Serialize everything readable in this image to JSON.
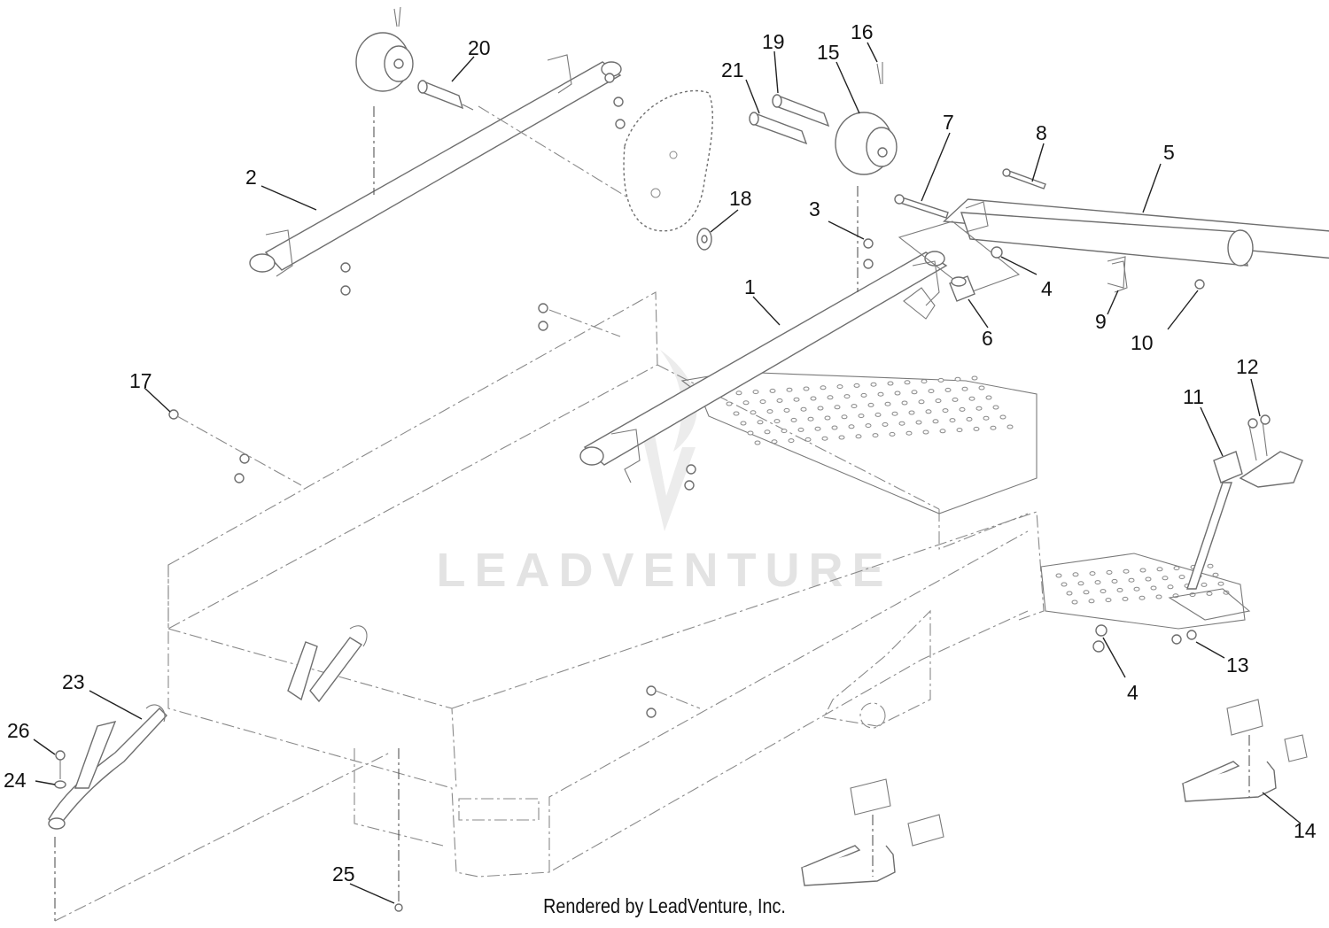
{
  "watermark": {
    "brand": "LEADVENTURE"
  },
  "footer": {
    "credit": "Rendered by LeadVenture, Inc."
  },
  "callouts": [
    "1",
    "2",
    "3",
    "4",
    "4",
    "5",
    "6",
    "7",
    "8",
    "9",
    "10",
    "11",
    "12",
    "13",
    "14",
    "15",
    "16",
    "17",
    "18",
    "19",
    "20",
    "21",
    "23",
    "24",
    "25",
    "26"
  ]
}
